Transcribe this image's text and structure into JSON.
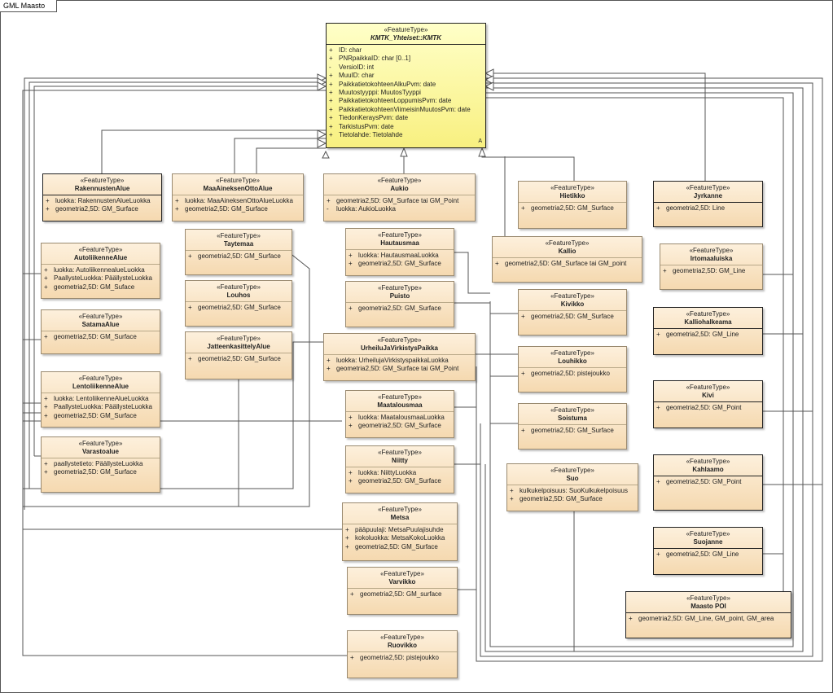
{
  "frame": {
    "title": "GML Maasto"
  },
  "classes": [
    {
      "id": "kmtk",
      "stereotype": "«FeatureType»",
      "name": "KMTK_Yhteiset::KMTK",
      "abstract_mark": "A",
      "attributes": [
        {
          "v": "+",
          "t": "ID: char"
        },
        {
          "v": "+",
          "t": "PNRpaikkaID: char [0..1]"
        },
        {
          "v": "-",
          "t": "VersioID: int"
        },
        {
          "v": "+",
          "t": "MuuID: char"
        },
        {
          "v": "+",
          "t": "PaikkatietokohteenAlkuPvm: date"
        },
        {
          "v": "+",
          "t": "Muutostyyppi: MuutosTyyppi"
        },
        {
          "v": "+",
          "t": "PaikkatietokohteenLoppumisPvm: date"
        },
        {
          "v": "+",
          "t": "PaikkatietokohteenViimeisinMuutosPvm: date"
        },
        {
          "v": "+",
          "t": "TiedonKeraysPvm: date"
        },
        {
          "v": "+",
          "t": "TarkistusPvm: date"
        },
        {
          "v": "+",
          "t": "Tietolahde: Tietolahde"
        }
      ]
    },
    {
      "id": "rakennustenalue",
      "stereotype": "«FeatureType»",
      "name": "RakennustenAlue",
      "attributes": [
        {
          "v": "+",
          "t": "luokka: RakennustenAlueLuokka"
        },
        {
          "v": "+",
          "t": "geometria2,5D: GM_Surface"
        }
      ]
    },
    {
      "id": "maaaineksen",
      "stereotype": "«FeatureType»",
      "name": "MaaAineksenOttoAlue",
      "attributes": [
        {
          "v": "+",
          "t": "luokka: MaaAineksenOttoAlueLuokka"
        },
        {
          "v": "+",
          "t": "geometria2,5D: GM_Surface"
        }
      ]
    },
    {
      "id": "aukio",
      "stereotype": "«FeatureType»",
      "name": "Aukio",
      "attributes": [
        {
          "v": "+",
          "t": "geometria2,5D: GM_Surface tai GM_Point"
        },
        {
          "v": "-",
          "t": "luokka: AukioLuokka"
        }
      ]
    },
    {
      "id": "hietikko",
      "stereotype": "«FeatureType»",
      "name": "Hietikko",
      "attributes": [
        {
          "v": "+",
          "t": "geometria2,5D: GM_Surface"
        }
      ]
    },
    {
      "id": "jyrkanne",
      "stereotype": "«FeatureType»",
      "name": "Jyrkanne",
      "attributes": [
        {
          "v": "+",
          "t": "geometria2,5D: Line"
        }
      ]
    },
    {
      "id": "autoliikenne",
      "stereotype": "«FeatureType»",
      "name": "AutoliikenneAlue",
      "attributes": [
        {
          "v": "+",
          "t": "luokka: AutoliikennealueLuokka"
        },
        {
          "v": "+",
          "t": "PaallysteLuokka: PäällysteLuokka"
        },
        {
          "v": "+",
          "t": "geometria2,5D: GM_Suface"
        }
      ]
    },
    {
      "id": "taytemaa",
      "stereotype": "«FeatureType»",
      "name": "Taytemaa",
      "attributes": [
        {
          "v": "+",
          "t": "geometria2,5D: GM_Surface"
        }
      ]
    },
    {
      "id": "hautausmaa",
      "stereotype": "«FeatureType»",
      "name": "Hautausmaa",
      "attributes": [
        {
          "v": "+",
          "t": "luokka: HautausmaaLuokka"
        },
        {
          "v": "+",
          "t": "geometria2,5D: GM_Surface"
        }
      ]
    },
    {
      "id": "kallio",
      "stereotype": "«FeatureType»",
      "name": "Kallio",
      "attributes": [
        {
          "v": "+",
          "t": "geometria2,5D: GM_Surface tai GM_point"
        }
      ]
    },
    {
      "id": "irtomaaluiska",
      "stereotype": "«FeatureType»",
      "name": "Irtomaaluiska",
      "attributes": [
        {
          "v": "+",
          "t": "geometria2,5D: GM_Line"
        }
      ]
    },
    {
      "id": "louhos",
      "stereotype": "«FeatureType»",
      "name": "Louhos",
      "attributes": [
        {
          "v": "+",
          "t": "geometria2,5D: GM_Surface"
        }
      ]
    },
    {
      "id": "puisto",
      "stereotype": "«FeatureType»",
      "name": "Puisto",
      "attributes": [
        {
          "v": "+",
          "t": "geometria2,5D: GM_Surface"
        }
      ]
    },
    {
      "id": "kivikko",
      "stereotype": "«FeatureType»",
      "name": "Kivikko",
      "attributes": [
        {
          "v": "+",
          "t": "geometria2,5D: GM_Surface"
        }
      ]
    },
    {
      "id": "satamaalue",
      "stereotype": "«FeatureType»",
      "name": "SatamaAlue",
      "attributes": [
        {
          "v": "+",
          "t": "geometria2,5D: GM_Surface"
        }
      ]
    },
    {
      "id": "kalliohalkeama",
      "stereotype": "«FeatureType»",
      "name": "Kalliohalkeama",
      "attributes": [
        {
          "v": "+",
          "t": "geometria2,5D: GM_Line"
        }
      ]
    },
    {
      "id": "jatteenkasittely",
      "stereotype": "«FeatureType»",
      "name": "JatteenkasittelyAlue",
      "attributes": [
        {
          "v": "+",
          "t": "geometria2,5D: GM_Surface"
        }
      ]
    },
    {
      "id": "urheilu",
      "stereotype": "«FeatureType»",
      "name": "UrheiluJaVirkistysPaikka",
      "attributes": [
        {
          "v": "+",
          "t": "luokka: UrheilujaVirkistyspaikkaLuokka"
        },
        {
          "v": "+",
          "t": "geometria2,5D: GM_Surface tai GM_Point"
        }
      ]
    },
    {
      "id": "louhikko",
      "stereotype": "«FeatureType»",
      "name": "Louhikko",
      "attributes": [
        {
          "v": "+",
          "t": "geometria2,5D: pistejoukko"
        }
      ]
    },
    {
      "id": "lentoliikenne",
      "stereotype": "«FeatureType»",
      "name": "LentoliikenneAlue",
      "attributes": [
        {
          "v": "+",
          "t": "luokka: LentoliikenneAlueLuokka"
        },
        {
          "v": "+",
          "t": "PaallysteLuokka: PäällysteLuokka"
        },
        {
          "v": "+",
          "t": "geometria2,5D: GM_Surface"
        }
      ]
    },
    {
      "id": "kivi",
      "stereotype": "«FeatureType»",
      "name": "Kivi",
      "attributes": [
        {
          "v": "+",
          "t": "geometria2,5D: GM_Point"
        }
      ]
    },
    {
      "id": "maatalousmaa",
      "stereotype": "«FeatureType»",
      "name": "Maatalousmaa",
      "attributes": [
        {
          "v": "+",
          "t": "luokka: MaatalousmaaLuokka"
        },
        {
          "v": "+",
          "t": "geometria2,5D: GM_Surface"
        }
      ]
    },
    {
      "id": "soistuma",
      "stereotype": "«FeatureType»",
      "name": "Soistuma",
      "attributes": [
        {
          "v": "+",
          "t": "geometria2,5D: GM_Surface"
        }
      ]
    },
    {
      "id": "varastoalue",
      "stereotype": "«FeatureType»",
      "name": "Varastoalue",
      "attributes": [
        {
          "v": "+",
          "t": "paallystetieto: PäällysteLuokka"
        },
        {
          "v": "+",
          "t": "geometria2,5D: GM_Surface"
        }
      ]
    },
    {
      "id": "niitty",
      "stereotype": "«FeatureType»",
      "name": "Niitty",
      "attributes": [
        {
          "v": "+",
          "t": "luokka: NiittyLuokka"
        },
        {
          "v": "+",
          "t": "geometria2,5D: GM_Surface"
        }
      ]
    },
    {
      "id": "suo",
      "stereotype": "«FeatureType»",
      "name": "Suo",
      "attributes": [
        {
          "v": "+",
          "t": "kulkukelpoisuus: SuoKulkukelpoisuus"
        },
        {
          "v": "+",
          "t": "geometria2,5D: GM_Surface"
        }
      ]
    },
    {
      "id": "kahlaamo",
      "stereotype": "«FeatureType»",
      "name": "Kahlaamo",
      "attributes": [
        {
          "v": "+",
          "t": "geometria2,5D: GM_Point"
        }
      ]
    },
    {
      "id": "metsa",
      "stereotype": "«FeatureType»",
      "name": "Metsa",
      "attributes": [
        {
          "v": "+",
          "t": "pääpuulaji: MetsaPuulajisuhde"
        },
        {
          "v": "+",
          "t": "kokoluokka: MetsaKokoLuokka"
        },
        {
          "v": "+",
          "t": "geometria2,5D: GM_Surface"
        }
      ]
    },
    {
      "id": "suojanne",
      "stereotype": "«FeatureType»",
      "name": "Suojanne",
      "attributes": [
        {
          "v": "+",
          "t": "geometria2,5D: GM_Line"
        }
      ]
    },
    {
      "id": "varvikko",
      "stereotype": "«FeatureType»",
      "name": "Varvikko",
      "attributes": [
        {
          "v": "+",
          "t": "geometria2,5D: GM_surface"
        }
      ]
    },
    {
      "id": "maastopoi",
      "stereotype": "«FeatureType»",
      "name": "Maasto POI",
      "attributes": [
        {
          "v": "+",
          "t": "geometria2,5D: GM_Line, GM_point, GM_area"
        }
      ]
    },
    {
      "id": "ruovikko",
      "stereotype": "«FeatureType»",
      "name": "Ruovikko",
      "attributes": [
        {
          "v": "+",
          "t": "geometria2,5D: pistejoukko"
        }
      ]
    }
  ]
}
